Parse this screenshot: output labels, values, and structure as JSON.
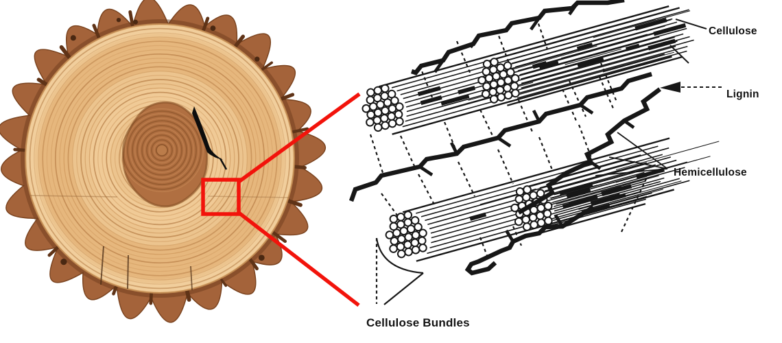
{
  "callouts": {
    "cellulose": "Cellulose",
    "lignin": "Lignin",
    "hemicellulose": "Hemicellulose",
    "cellulose_bundles": "Cellulose Bundles"
  },
  "colors": {
    "accent_red": "#f2130b",
    "ink_black": "#171717",
    "bark_brown": "#a4633a",
    "bark_shadow": "#6d3b1c",
    "wood_tan": "#ecc48e",
    "ring_tan": "#c68c50",
    "heartwood_brown": "#b06f41",
    "background": "#ffffff"
  }
}
